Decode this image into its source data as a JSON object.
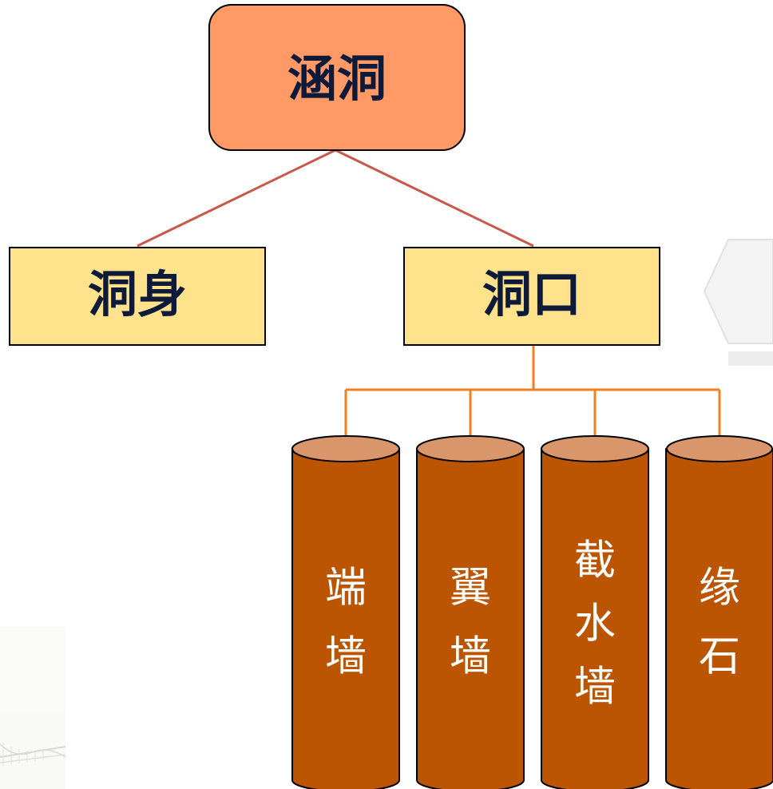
{
  "root": {
    "label": "涵洞"
  },
  "children": [
    {
      "label": "洞身"
    },
    {
      "label": "洞口"
    }
  ],
  "outlet_parts": [
    {
      "chars": [
        "端",
        "墙"
      ]
    },
    {
      "chars": [
        "翼",
        "墙"
      ]
    },
    {
      "chars": [
        "截",
        "水",
        "墙"
      ]
    },
    {
      "chars": [
        "缘",
        "石"
      ]
    }
  ],
  "colors": {
    "root_fill": "#FF9966",
    "child_fill": "#FFE38C",
    "column_body": "#BB5502",
    "column_top": "#D8966A",
    "root_connector": "#C8584A",
    "branch_connector": "#F08020"
  }
}
